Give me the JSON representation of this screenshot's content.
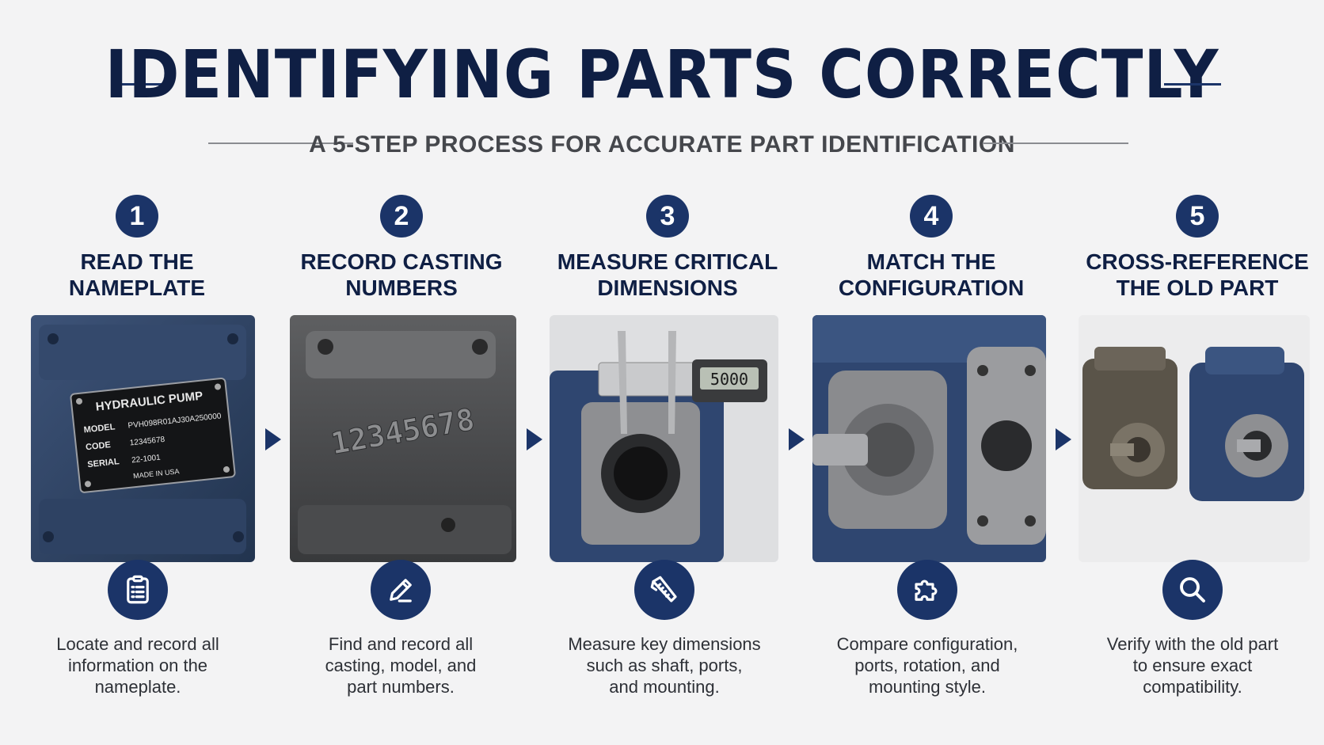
{
  "title": "IDENTIFYING PARTS CORRECTLY",
  "subtitle": "A 5-STEP PROCESS FOR ACCURATE PART IDENTIFICATION",
  "colors": {
    "accent": "#1b3468",
    "title": "#0f1f44",
    "background": "#f3f3f4"
  },
  "steps": [
    {
      "number": "1",
      "title": "READ THE\nNAMEPLATE",
      "icon": "clipboard-icon",
      "description": "Locate and record all\ninformation on the\nnameplate.",
      "nameplate": {
        "heading": "HYDRAULIC PUMP",
        "model_label": "MODEL",
        "model_value": "PVH098R01AJ30A250000",
        "code_label": "CODE",
        "code_value": "12345678",
        "serial_label": "SERIAL",
        "serial_value": "22-1001",
        "origin": "MADE IN USA"
      }
    },
    {
      "number": "2",
      "title": "RECORD CASTING\nNUMBERS",
      "icon": "pencil-icon",
      "description": "Find and record all\ncasting, model, and\npart numbers.",
      "casting_number": "12345678"
    },
    {
      "number": "3",
      "title": "MEASURE CRITICAL\nDIMENSIONS",
      "icon": "caliper-icon",
      "description": "Measure key dimensions\nsuch as shaft, ports,\nand mounting.",
      "caliper_reading": "5000"
    },
    {
      "number": "4",
      "title": "MATCH THE\nCONFIGURATION",
      "icon": "puzzle-icon",
      "description": "Compare configuration,\nports, rotation, and\nmounting style."
    },
    {
      "number": "5",
      "title": "CROSS-REFERENCE\nTHE OLD PART",
      "icon": "magnifier-icon",
      "description": "Verify with the old part\nto ensure exact\ncompatibility."
    }
  ]
}
